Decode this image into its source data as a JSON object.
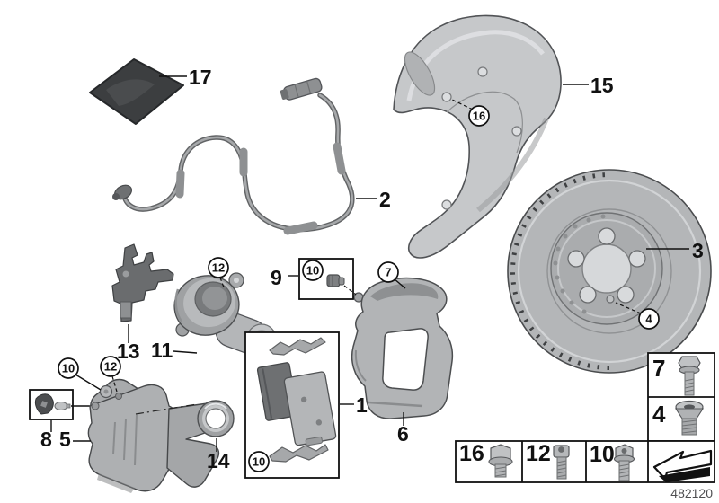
{
  "figure": {
    "drawing_number": "482120"
  },
  "callouts": {
    "n1": "1",
    "n2": "2",
    "n3": "3",
    "n5": "5",
    "n6": "6",
    "n8": "8",
    "n9": "9",
    "n11": "11",
    "n13": "13",
    "n14": "14",
    "n15": "15",
    "n17": "17",
    "c4": "4",
    "c7": "7",
    "c10": "10",
    "c12": "12",
    "c16": "16"
  },
  "legend": {
    "col_cells": [
      {
        "label": "7",
        "item": "flange-bolt"
      },
      {
        "label": "4",
        "item": "countersunk-socket-plug"
      }
    ],
    "row_cells": [
      {
        "label": "16",
        "item": "hex-flange-bolt"
      },
      {
        "label": "12",
        "item": "socket-head-screw"
      },
      {
        "label": "10",
        "item": "torx-flange-bolt"
      },
      {
        "label": "",
        "item": "direction-arrow"
      }
    ]
  }
}
